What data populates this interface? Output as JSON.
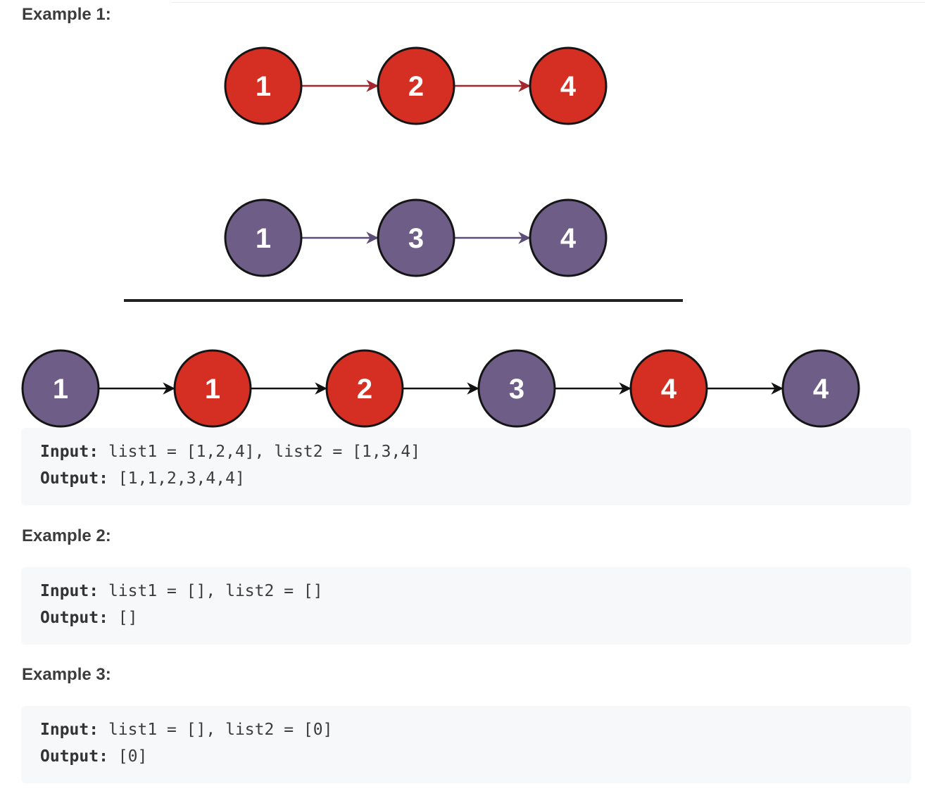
{
  "examples": [
    {
      "heading": "Example 1:",
      "input_label": "Input:",
      "input_value": " list1 = [1,2,4], list2 = [1,3,4]",
      "output_label": "Output:",
      "output_value": " [1,1,2,3,4,4]"
    },
    {
      "heading": "Example 2:",
      "input_label": "Input:",
      "input_value": " list1 = [], list2 = []",
      "output_label": "Output:",
      "output_value": " []"
    },
    {
      "heading": "Example 3:",
      "input_label": "Input:",
      "input_value": " list1 = [], list2 = [0]",
      "output_label": "Output:",
      "output_value": " [0]"
    }
  ],
  "diagram": {
    "colors": {
      "red_node": "#d42f22",
      "purple_node": "#6e5d87",
      "red_arrow": "#a4262e",
      "purple_arrow": "#5d4d79",
      "black_arrow": "#111111"
    },
    "list1": {
      "values": [
        "1",
        "2",
        "4"
      ],
      "color": "red"
    },
    "list2": {
      "values": [
        "1",
        "3",
        "4"
      ],
      "color": "purple"
    },
    "merged": {
      "values": [
        "1",
        "1",
        "2",
        "3",
        "4",
        "4"
      ],
      "colors": [
        "purple",
        "red",
        "red",
        "purple",
        "red",
        "purple"
      ]
    }
  }
}
